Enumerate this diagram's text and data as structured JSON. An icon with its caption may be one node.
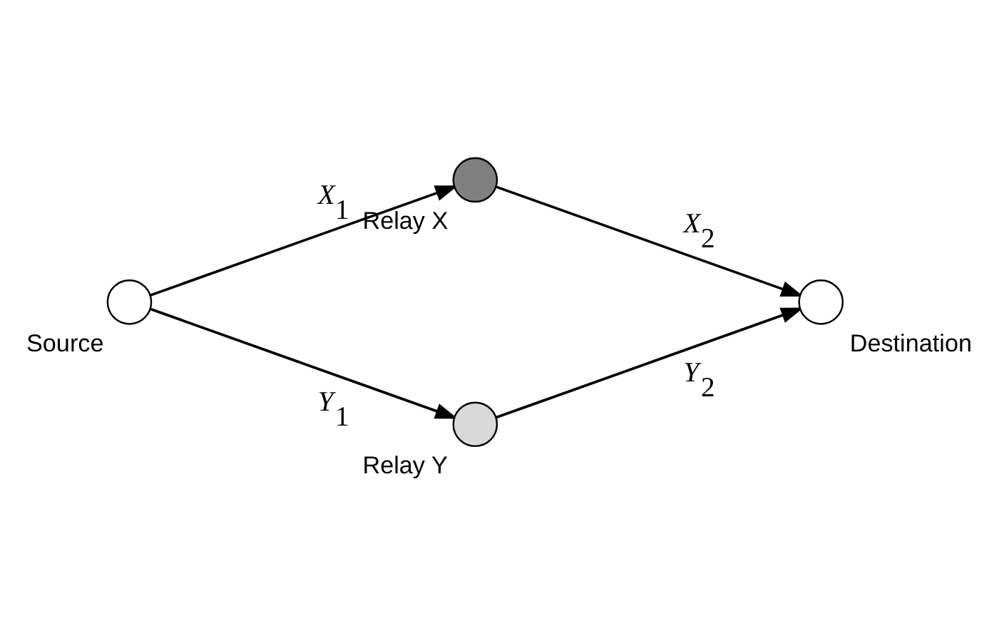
{
  "diagram": {
    "nodes": [
      {
        "text": [],
        "shape": "circle",
        "beside": [
          "Source"
        ]
      },
      {
        "text": [],
        "shape": "circle",
        "beside": [
          "Relay X"
        ]
      },
      {
        "text": [],
        "shape": "circle",
        "beside": [
          "Relay Y"
        ]
      },
      {
        "text": [],
        "shape": "circle",
        "beside": [
          "Destination"
        ]
      }
    ],
    "edges": [
      {
        "from": 0,
        "to": 1,
        "arrow": "to",
        "label": "X$_{1}$"
      },
      {
        "from": 1,
        "to": 3,
        "arrow": "to",
        "label": "X$_{2}$"
      },
      {
        "from": 0,
        "to": 2,
        "arrow": "to",
        "label": "Y$_{1}$"
      },
      {
        "from": 2,
        "to": 3,
        "arrow": "to",
        "label": "Y$_{2}$"
      }
    ]
  }
}
